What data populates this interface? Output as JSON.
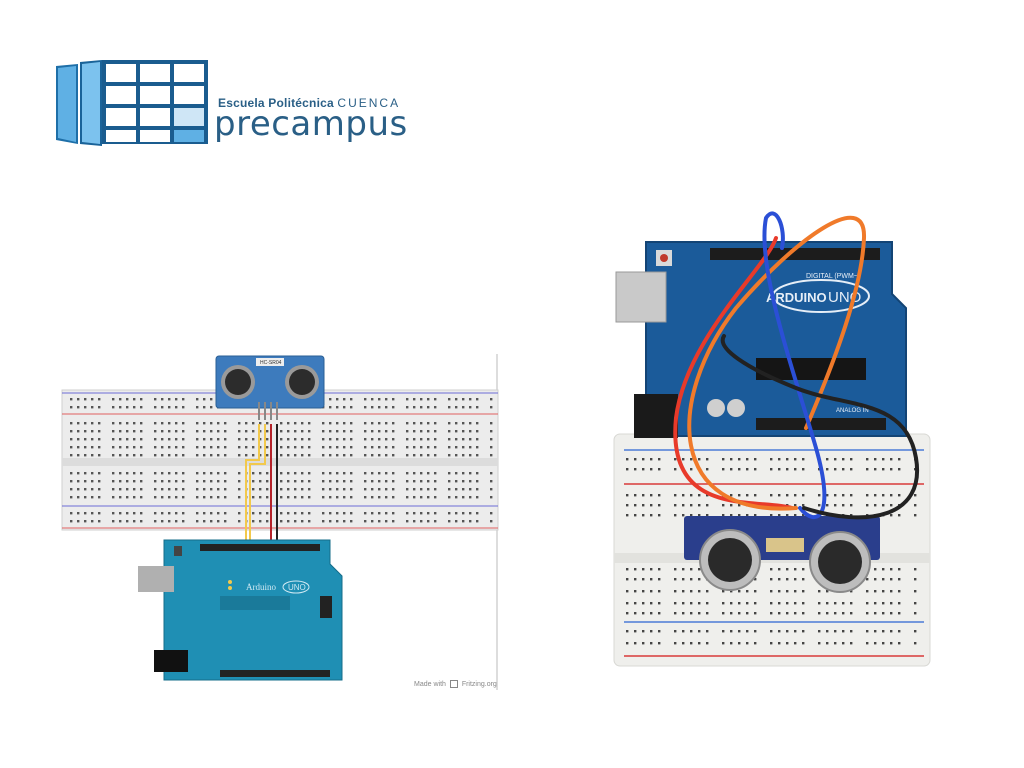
{
  "logo": {
    "school_bold": "Escuela Politécnica",
    "school_city": "CUENCA",
    "brand": "precampus",
    "color": "#2a5f86"
  },
  "left_diagram": {
    "sensor_label": "HC-SR04",
    "board_brand": "Arduino",
    "board_model": "UNO",
    "credit_prefix": "Made with",
    "credit_name": "Fritzing.org"
  },
  "right_photo": {
    "board_brand": "ARDUINO",
    "board_model": "UNO",
    "header_label": "DIGITAL (PWM~)",
    "analog_label": "ANALOG IN",
    "wire_colors": [
      "#e83a2a",
      "#f07a2a",
      "#2b4fd6",
      "#222222"
    ]
  }
}
